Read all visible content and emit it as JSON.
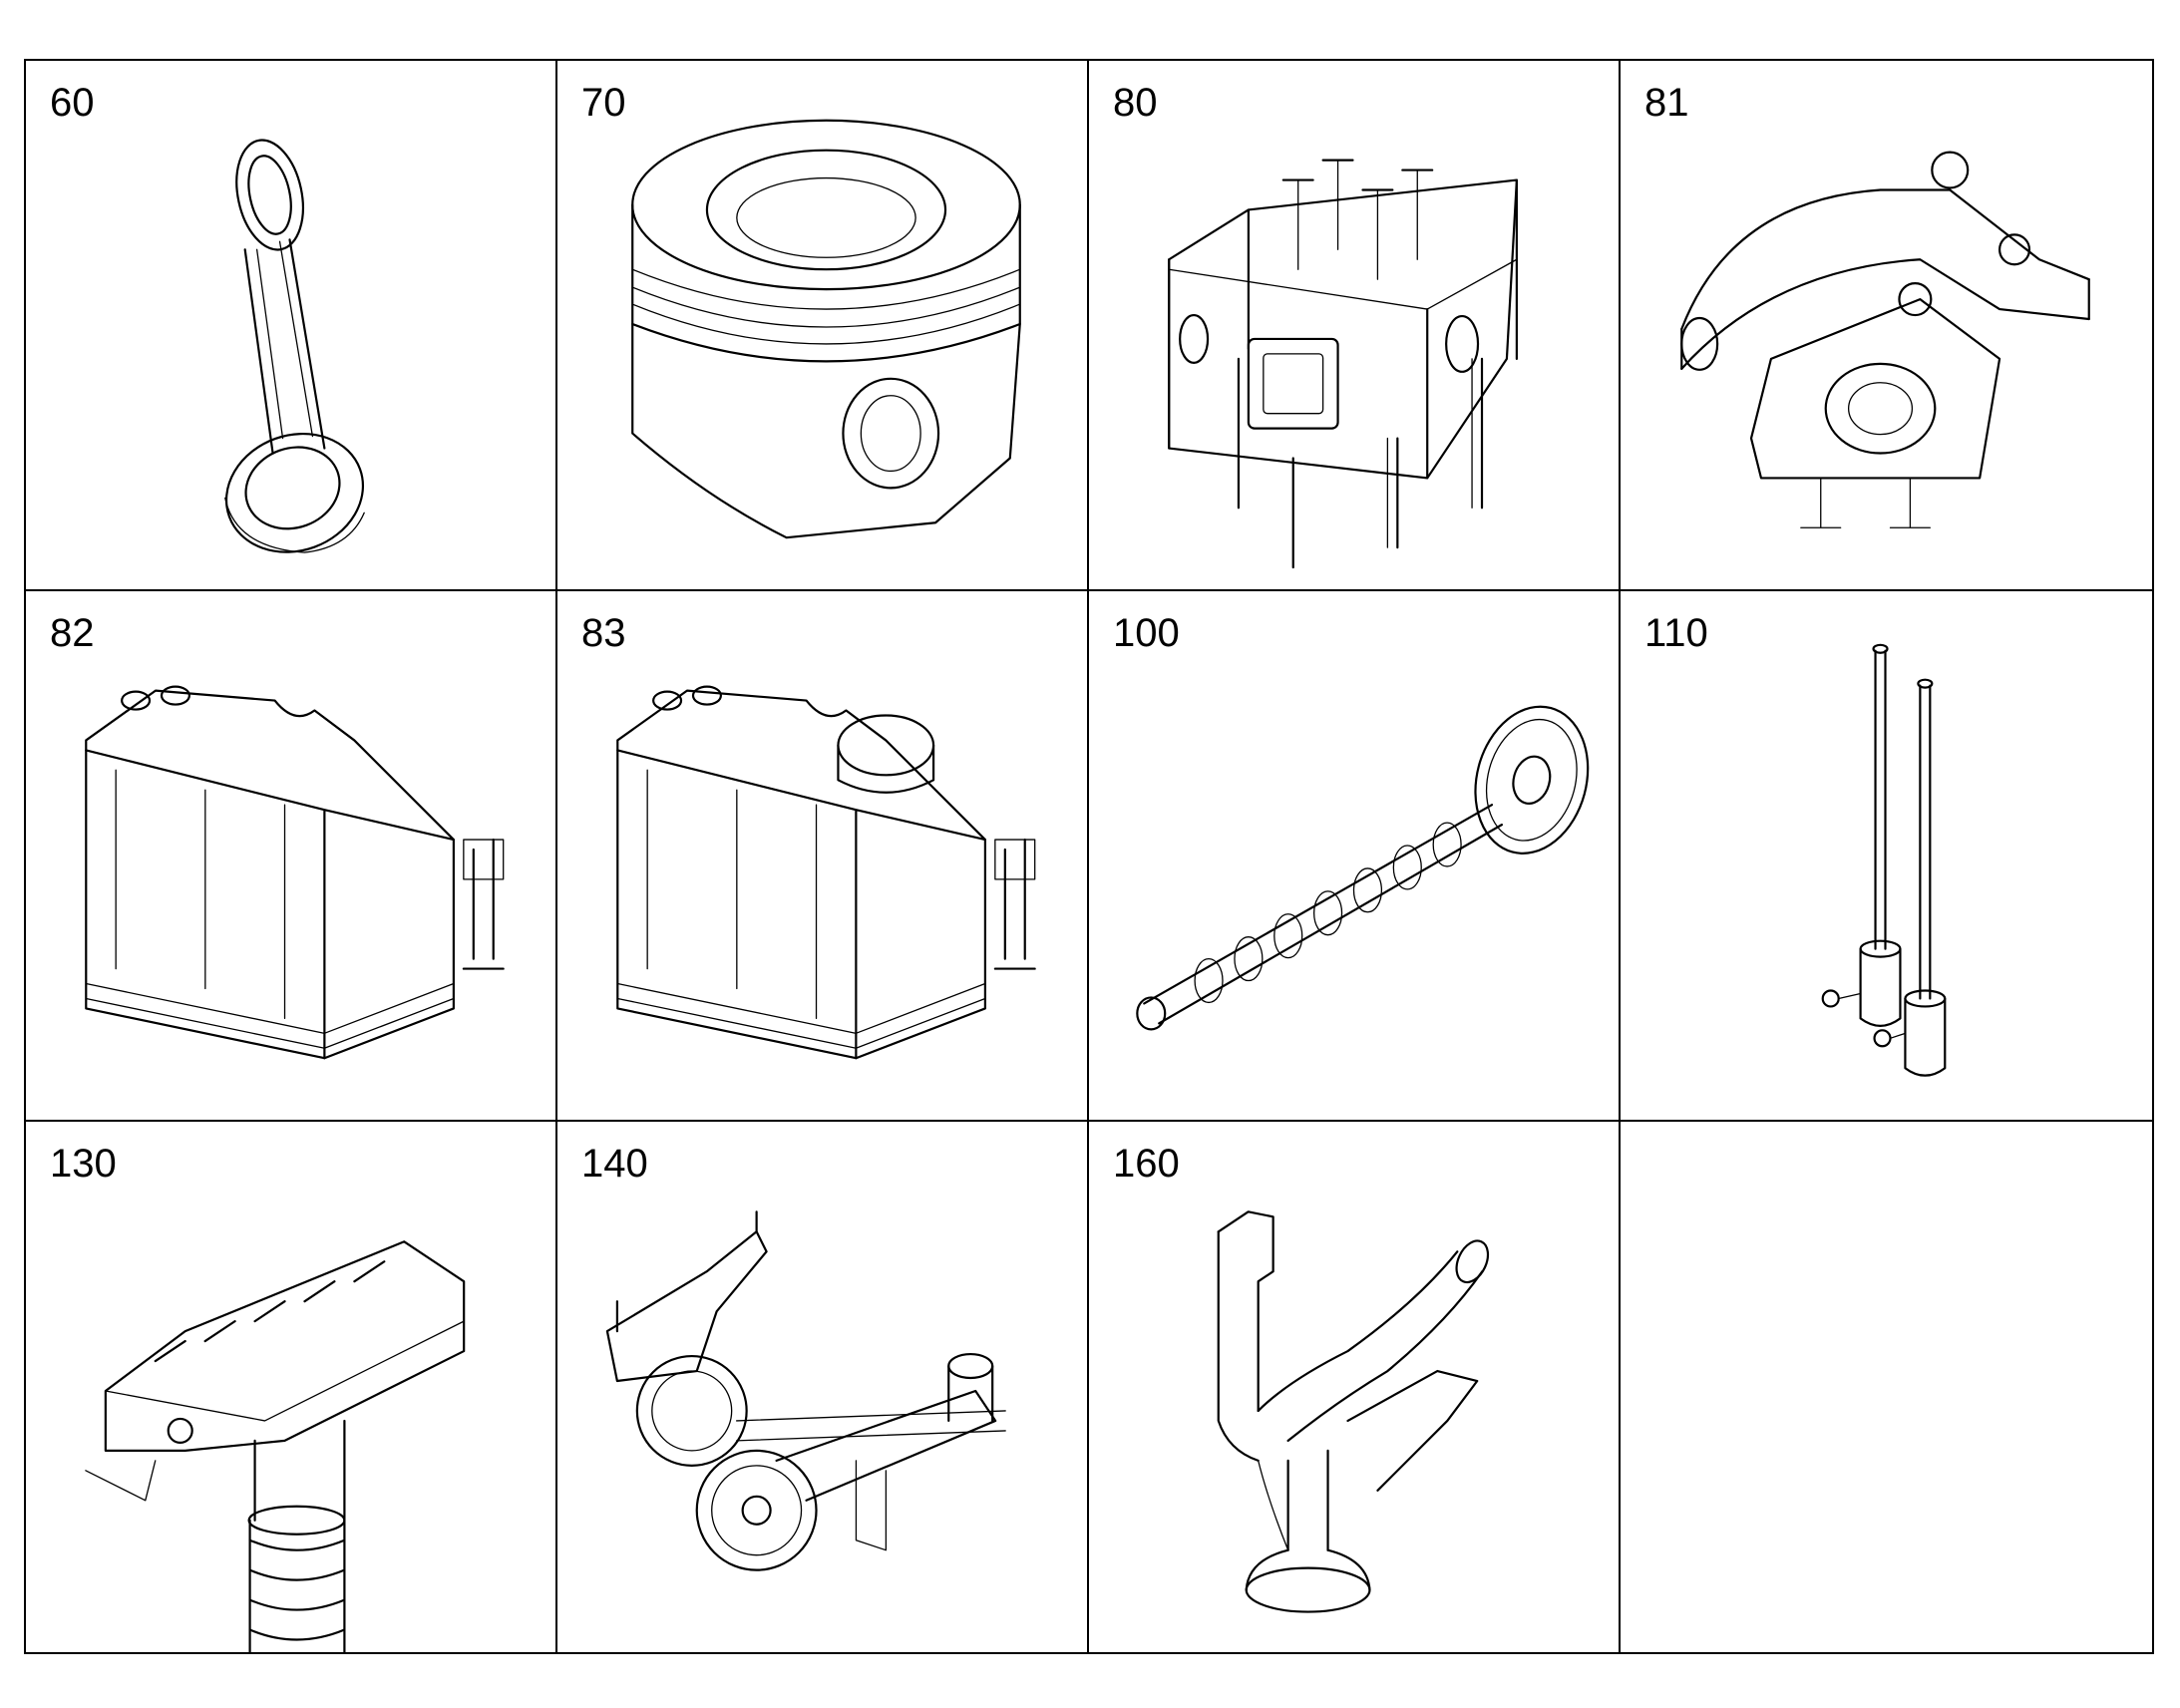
{
  "cells": [
    {
      "number": "60",
      "icon": "connecting-rod-icon"
    },
    {
      "number": "70",
      "icon": "piston-icon"
    },
    {
      "number": "80",
      "icon": "cylinder-head-icon"
    },
    {
      "number": "81",
      "icon": "rocker-arm-assembly-icon"
    },
    {
      "number": "82",
      "icon": "valve-cover-icon"
    },
    {
      "number": "83",
      "icon": "valve-cover-with-oil-cap-icon"
    },
    {
      "number": "100",
      "icon": "camshaft-icon"
    },
    {
      "number": "110",
      "icon": "push-rods-icon"
    },
    {
      "number": "130",
      "icon": "oil-filter-housing-icon"
    },
    {
      "number": "140",
      "icon": "oil-pump-icon"
    },
    {
      "number": "160",
      "icon": "oil-suction-pipe-icon"
    },
    {
      "number": "",
      "icon": ""
    }
  ]
}
